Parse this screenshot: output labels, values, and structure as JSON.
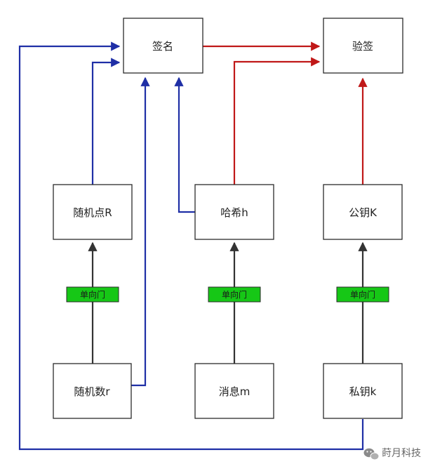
{
  "colors": {
    "blue": "#1f2fa6",
    "red": "#c01818",
    "dark": "#333333",
    "gate_fill": "#16c716",
    "watermark": "#777777"
  },
  "nodes": {
    "sign": "签名",
    "verify": "验签",
    "random_point": "随机点R",
    "hash": "哈希h",
    "public_key": "公钥K",
    "random_number": "随机数r",
    "message": "消息m",
    "private_key": "私钥k"
  },
  "gates": {
    "left": "单向门",
    "middle": "单向门",
    "right": "单向门"
  },
  "watermark": {
    "icon": "wechat-icon",
    "text": "莳月科技"
  }
}
